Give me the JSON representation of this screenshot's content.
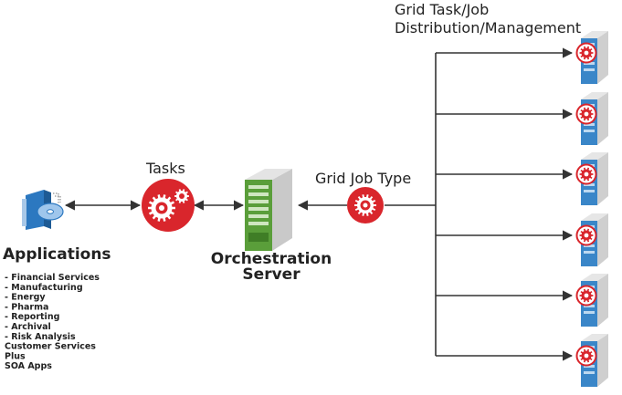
{
  "grid_header": {
    "line1": "Grid Task/Job",
    "line2": "Distribution/Management"
  },
  "tasks_label": "Tasks",
  "grid_job_type_label": "Grid Job Type",
  "server_label": {
    "line1": "Orchestration",
    "line2": "Server"
  },
  "applications": {
    "title": "Applications",
    "items": [
      "- Financial Services",
      "- Manufacturing",
      "- Energy",
      "- Pharma",
      "- Reporting",
      "- Archival",
      "- Risk Analysis",
      " Customer Services",
      "Plus",
      " SOA Apps"
    ]
  },
  "colors": {
    "gear_red": "#d9262c",
    "server_green": "#5a9e3a",
    "server_blue": "#3a86c8",
    "line_gray": "#333333"
  },
  "icons": {
    "applications": "application-cd-icon",
    "tasks": "gears-icon",
    "grid_job_type": "gear-icon",
    "orchestration_server": "server-rack-icon",
    "grid_nodes": "grid-server-gear-icon"
  }
}
